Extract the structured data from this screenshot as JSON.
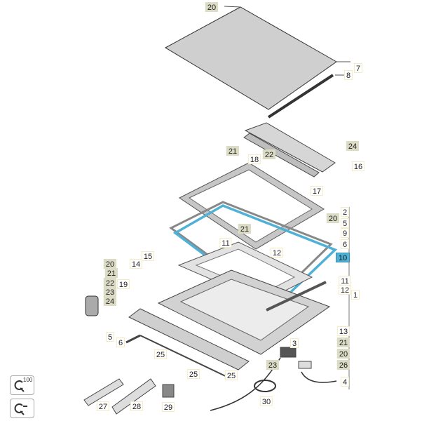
{
  "diagram": {
    "labels": [
      {
        "num": "20",
        "style": "shaded"
      },
      {
        "num": "7",
        "style": "plain"
      },
      {
        "num": "8",
        "style": "plain"
      },
      {
        "num": "24",
        "style": "shaded"
      },
      {
        "num": "21",
        "style": "shaded"
      },
      {
        "num": "22",
        "style": "shaded"
      },
      {
        "num": "18",
        "style": "plain"
      },
      {
        "num": "16",
        "style": "plain"
      },
      {
        "num": "17",
        "style": "plain"
      },
      {
        "num": "2",
        "style": "plain"
      },
      {
        "num": "20",
        "style": "shaded"
      },
      {
        "num": "5",
        "style": "plain"
      },
      {
        "num": "9",
        "style": "plain"
      },
      {
        "num": "21",
        "style": "shaded"
      },
      {
        "num": "6",
        "style": "plain"
      },
      {
        "num": "11",
        "style": "plain"
      },
      {
        "num": "12",
        "style": "plain"
      },
      {
        "num": "15",
        "style": "plain"
      },
      {
        "num": "10",
        "style": "highlight"
      },
      {
        "num": "14",
        "style": "plain"
      },
      {
        "num": "20",
        "style": "shaded"
      },
      {
        "num": "21",
        "style": "shaded"
      },
      {
        "num": "22",
        "style": "shaded"
      },
      {
        "num": "23",
        "style": "shaded"
      },
      {
        "num": "24",
        "style": "shaded"
      },
      {
        "num": "19",
        "style": "plain"
      },
      {
        "num": "11",
        "style": "plain"
      },
      {
        "num": "12",
        "style": "plain"
      },
      {
        "num": "1",
        "style": "plain"
      },
      {
        "num": "5",
        "style": "plain"
      },
      {
        "num": "6",
        "style": "plain"
      },
      {
        "num": "13",
        "style": "plain"
      },
      {
        "num": "3",
        "style": "plain"
      },
      {
        "num": "21",
        "style": "shaded"
      },
      {
        "num": "20",
        "style": "shaded"
      },
      {
        "num": "25",
        "style": "plain"
      },
      {
        "num": "23",
        "style": "shaded"
      },
      {
        "num": "26",
        "style": "shaded"
      },
      {
        "num": "25",
        "style": "plain"
      },
      {
        "num": "25",
        "style": "plain"
      },
      {
        "num": "4",
        "style": "plain"
      },
      {
        "num": "27",
        "style": "plain"
      },
      {
        "num": "28",
        "style": "plain"
      },
      {
        "num": "29",
        "style": "plain"
      },
      {
        "num": "30",
        "style": "plain"
      }
    ],
    "highlight_color": "#4fb1d6"
  },
  "zoom_controls": {
    "zoom_100_label": "100"
  }
}
